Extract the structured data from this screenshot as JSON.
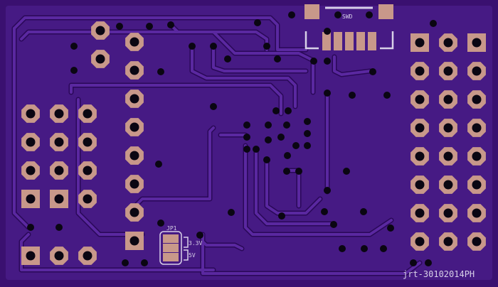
{
  "board": {
    "colors": {
      "substrate": "#3a1070",
      "copper": "#4c1e8c",
      "trace": "#5a28a0",
      "trace_edge": "#2a0858",
      "pad": "#c8988a",
      "pad_hole": "#0a0612",
      "via": "#0a0612",
      "silk": "#d8d0e8"
    },
    "labels": {
      "swd": "SWD",
      "jp1": "JP1",
      "v33": "3.3V",
      "v5": "5V",
      "signature": "jrt-30102014PH"
    },
    "components": [
      "swd-connector",
      "jp1-jumper",
      "header-left",
      "header-center",
      "header-right"
    ]
  }
}
